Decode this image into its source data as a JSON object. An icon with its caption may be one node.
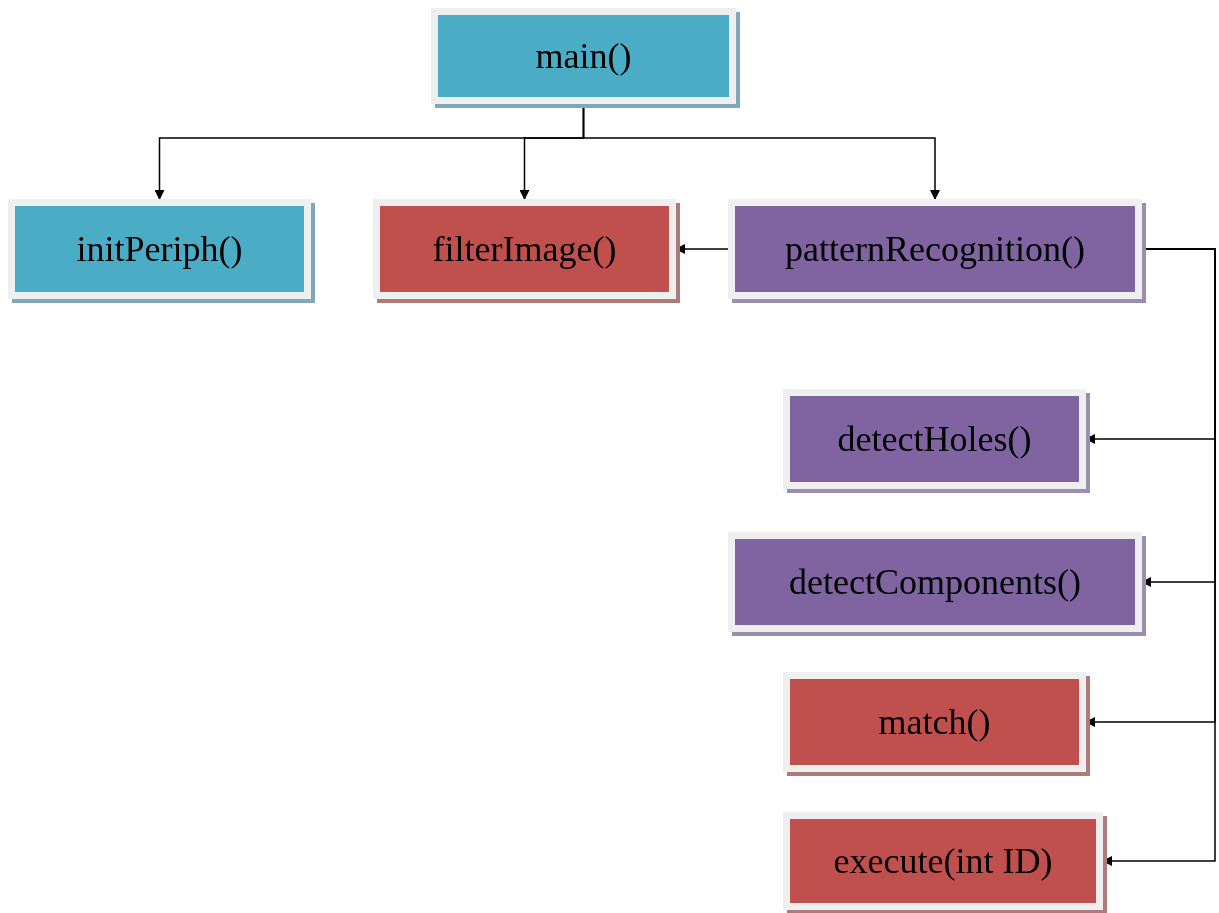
{
  "diagram": {
    "nodes": [
      {
        "text": [
          "main()"
        ]
      },
      {
        "text": [
          "initPeriph()"
        ]
      },
      {
        "text": [
          "filterImage()"
        ]
      },
      {
        "text": [
          "patternRecognition()"
        ]
      },
      {
        "text": [
          "detectHoles()"
        ]
      },
      {
        "text": [
          "detectComponents()"
        ]
      },
      {
        "text": [
          "match()"
        ]
      },
      {
        "text": [
          "execute(int ID)"
        ]
      }
    ],
    "edges": [
      {
        "from": 0,
        "to": 1,
        "arrow": "to"
      },
      {
        "from": 0,
        "to": 2,
        "arrow": "to"
      },
      {
        "from": 0,
        "to": 3,
        "arrow": "to"
      },
      {
        "from": 3,
        "to": 2,
        "arrow": "to"
      },
      {
        "from": 3,
        "to": 4,
        "arrow": "to"
      },
      {
        "from": 3,
        "to": 5,
        "arrow": "to"
      },
      {
        "from": 3,
        "to": 6,
        "arrow": "to"
      },
      {
        "from": 3,
        "to": 7,
        "arrow": "to"
      }
    ]
  }
}
